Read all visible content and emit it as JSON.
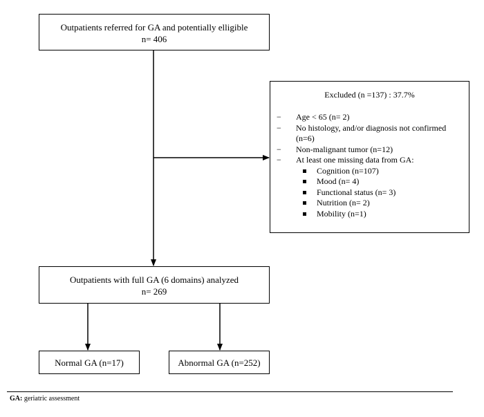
{
  "top_box": {
    "line1": "Outpatients referred for GA and potentially elligible",
    "line2": "n= 406"
  },
  "excluded": {
    "title": "Excluded (n =137) :  37.7%",
    "dash": "−",
    "items": [
      {
        "text": "Age < 65 (n= 2)"
      },
      {
        "text": "No histology, and/or diagnosis not confirmed (n=6)"
      },
      {
        "text": "Non-malignant tumor (n=12)"
      },
      {
        "text": "At least one missing data from GA:"
      }
    ],
    "sub_items": [
      "Cognition (n=107)",
      "Mood (n= 4)",
      "Functional status (n= 3)",
      "Nutrition (n= 2)",
      "Mobility (n=1)"
    ]
  },
  "mid_box": {
    "line1": "Outpatients with full GA (6 domains) analyzed",
    "line2": "n= 269"
  },
  "normal_box": {
    "label": "Normal GA (n=17)"
  },
  "abnormal_box": {
    "label": "Abnormal GA (n=252)"
  },
  "footnote": {
    "abbr": "GA:",
    "text": " geriatric assessment"
  }
}
